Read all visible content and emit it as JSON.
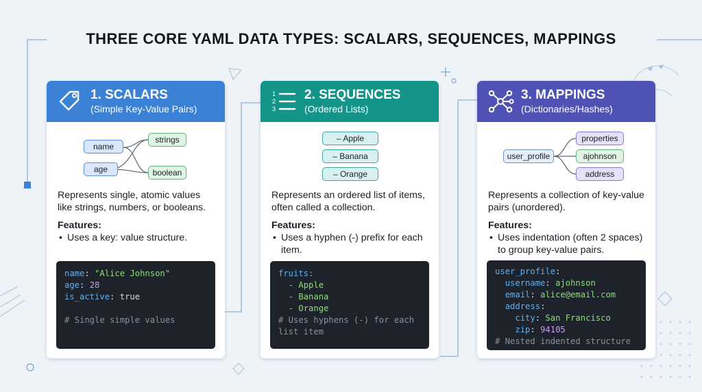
{
  "title": "THREE CORE YAML DATA TYPES: SCALARS, SEQUENCES, MAPPINGS",
  "colors": {
    "scalars_header": "#3b82d6",
    "sequences_header": "#15948a",
    "mappings_header": "#4f52b5"
  },
  "cards": [
    {
      "header_title": "1. SCALARS",
      "header_sub": "(Simple Key-Value Pairs)",
      "icon": "tag-icon",
      "nodes": {
        "left": [
          "name",
          "age"
        ],
        "right": [
          "strings",
          "boolean"
        ]
      },
      "description": [
        "Represents single, atomic values",
        "like strings, numbers, or booleans."
      ],
      "features_title": "Features:",
      "features": [
        [
          "Uses a key: value structure."
        ]
      ],
      "code": {
        "l1k": "name",
        "l1v": "\"Alice Johnson\"",
        "l2k": "age",
        "l2v": "28",
        "l3k": "is_active",
        "l3v": "true",
        "comment": "# Single simple values"
      }
    },
    {
      "header_title": "2. SEQUENCES",
      "header_sub": "(Ordered Lists)",
      "icon": "numbered-list-icon",
      "icon_digits": [
        "1",
        "2",
        "3"
      ],
      "nodes": {
        "items": [
          "–  Apple",
          "–  Banana",
          "–  Orange"
        ]
      },
      "description": [
        "Represents an ordered list of items,",
        "often called a collection."
      ],
      "features_title": "Features:",
      "features": [
        [
          "Uses a hyphen (-) prefix for each",
          "item."
        ]
      ],
      "code": {
        "l1": "fruits:",
        "l2": "- Apple",
        "l3": "- Banana",
        "l4": "- Orange",
        "comment1": "# Uses hyphens (-) for each",
        "comment2": "list item"
      }
    },
    {
      "header_title": "3. MAPPINGS",
      "header_sub": "(Dictionaries/Hashes)",
      "icon": "network-nodes-icon",
      "nodes": {
        "root": "user_profile",
        "children": [
          "properties",
          "ajohnson",
          "address"
        ]
      },
      "description": [
        "Represents a collection of key-value",
        "pairs (unordered)."
      ],
      "features_title": "Features:",
      "features": [
        [
          "Uses indentation (often 2 spaces)",
          "to group key-value pairs."
        ]
      ],
      "code": {
        "l1k": "user_profile",
        "l2k": "username",
        "l2v": "ajohnson",
        "l3k": "email",
        "l3v": "alice@email.com",
        "l4k": "address",
        "l5k": "city",
        "l5v": "San Francisco",
        "l6k": "zip",
        "l6v": "94105",
        "comment": "# Nested indented structure"
      }
    }
  ]
}
